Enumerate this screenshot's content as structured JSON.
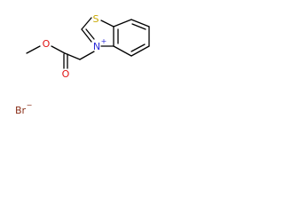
{
  "molecule": {
    "atoms": {
      "sulfur": "S",
      "nitrogen": "N",
      "nitrogen_charge": "+",
      "ester_oxygen": "O",
      "carbonyl_oxygen": "O",
      "counterion": "Br",
      "counterion_charge": "−"
    },
    "colors": {
      "bond": "#000000",
      "sulfur": "#c8a800",
      "nitrogen": "#2a2ad8",
      "oxygen": "#e01414",
      "bromine": "#8a2f18"
    }
  }
}
